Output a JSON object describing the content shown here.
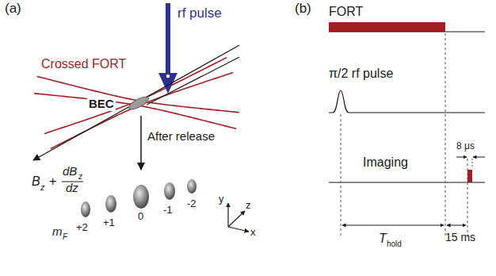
{
  "diagram": {
    "labels": [
      "(a)",
      "rf pulse",
      "Crossed FORT",
      "BEC",
      "After release",
      "B",
      "z",
      "+",
      "dB",
      "z",
      "dz",
      "m",
      "F",
      "+2",
      "+1",
      "0",
      "-1",
      "-2",
      "y",
      "z",
      "x",
      "(b)",
      "FORT",
      "π/2 rf pulse",
      "Imaging",
      "8 μs",
      "T",
      "hold",
      "15 ms"
    ]
  }
}
